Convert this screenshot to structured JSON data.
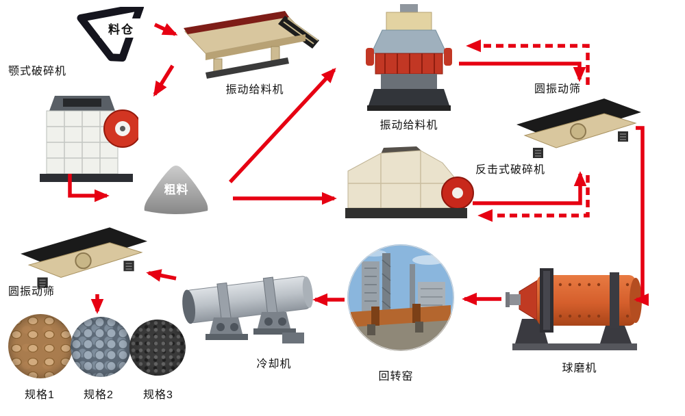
{
  "diagram": {
    "colors": {
      "arrow": "#e60012",
      "background": "#ffffff",
      "label_text": "#111111"
    },
    "nodes": {
      "silo": {
        "label": "料仓"
      },
      "feeder": {
        "label": "振动给料机"
      },
      "jaw_crusher": {
        "label": "颚式破碎机"
      },
      "coarse_material": {
        "label": "粗料"
      },
      "cone_crusher": {
        "label": "振动给料机"
      },
      "screen_right": {
        "label": "圆振动筛"
      },
      "impact_crusher": {
        "label": "反击式破碎机"
      },
      "ball_mill": {
        "label": "球磨机"
      },
      "rotary_kiln": {
        "label": "回转窑"
      },
      "cooler": {
        "label": "冷却机"
      },
      "screen_left": {
        "label": "圆振动筛"
      },
      "product_1": {
        "label": "规格1"
      },
      "product_2": {
        "label": "规格2"
      },
      "product_3": {
        "label": "规格3"
      }
    },
    "flow": [
      {
        "from": "silo",
        "to": "feeder",
        "style": "solid"
      },
      {
        "from": "feeder",
        "to": "jaw_crusher",
        "style": "solid"
      },
      {
        "from": "jaw_crusher",
        "to": "coarse_material",
        "style": "solid"
      },
      {
        "from": "coarse_material",
        "to": "cone_crusher",
        "style": "solid"
      },
      {
        "from": "coarse_material",
        "to": "impact_crusher",
        "style": "solid"
      },
      {
        "from": "cone_crusher",
        "to": "screen_right",
        "style": "solid"
      },
      {
        "from": "screen_right",
        "to": "cone_crusher",
        "style": "dashed"
      },
      {
        "from": "impact_crusher",
        "to": "screen_right",
        "style": "solid"
      },
      {
        "from": "screen_right",
        "to": "impact_crusher",
        "style": "dashed"
      },
      {
        "from": "screen_right",
        "to": "ball_mill",
        "style": "solid"
      },
      {
        "from": "ball_mill",
        "to": "rotary_kiln",
        "style": "solid"
      },
      {
        "from": "rotary_kiln",
        "to": "cooler",
        "style": "solid"
      },
      {
        "from": "cooler",
        "to": "screen_left",
        "style": "solid"
      },
      {
        "from": "screen_left",
        "to": "products",
        "style": "solid"
      }
    ]
  }
}
